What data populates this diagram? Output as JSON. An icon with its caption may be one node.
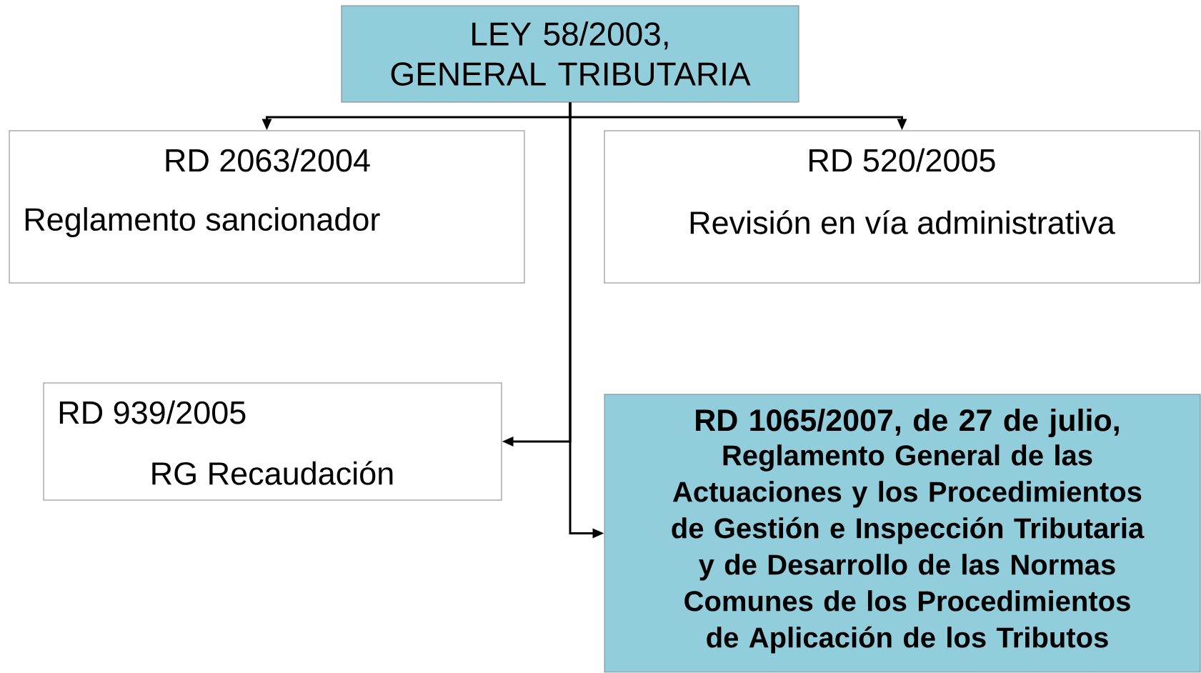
{
  "diagram": {
    "nodes": [
      {
        "text": [
          "LEY 58/2003, GENERAL TRIBUTARIA"
        ]
      },
      {
        "text": [
          "RD 2063/2004",
          "Reglamento sancionador"
        ]
      },
      {
        "text": [
          "RD 520/2005",
          "Revisión en vía administrativa"
        ]
      },
      {
        "text": [
          "RD 939/2005",
          "RG Recaudación"
        ]
      },
      {
        "text": [
          "RD 1065/2007, de 27 de julio,",
          "Reglamento General de las Actuaciones y los Procedimientos de Gestión e Inspección Tributaria y de Desarrollo de las Normas Comunes de los Procedimientos de Aplicación de los Tributos"
        ]
      }
    ],
    "edges": [
      {
        "from": 0,
        "to": 1,
        "arrow": "to"
      },
      {
        "from": 0,
        "to": 2,
        "arrow": "to"
      },
      {
        "from": 0,
        "to": 3,
        "arrow": "to"
      },
      {
        "from": 0,
        "to": 4,
        "arrow": "to"
      }
    ]
  }
}
